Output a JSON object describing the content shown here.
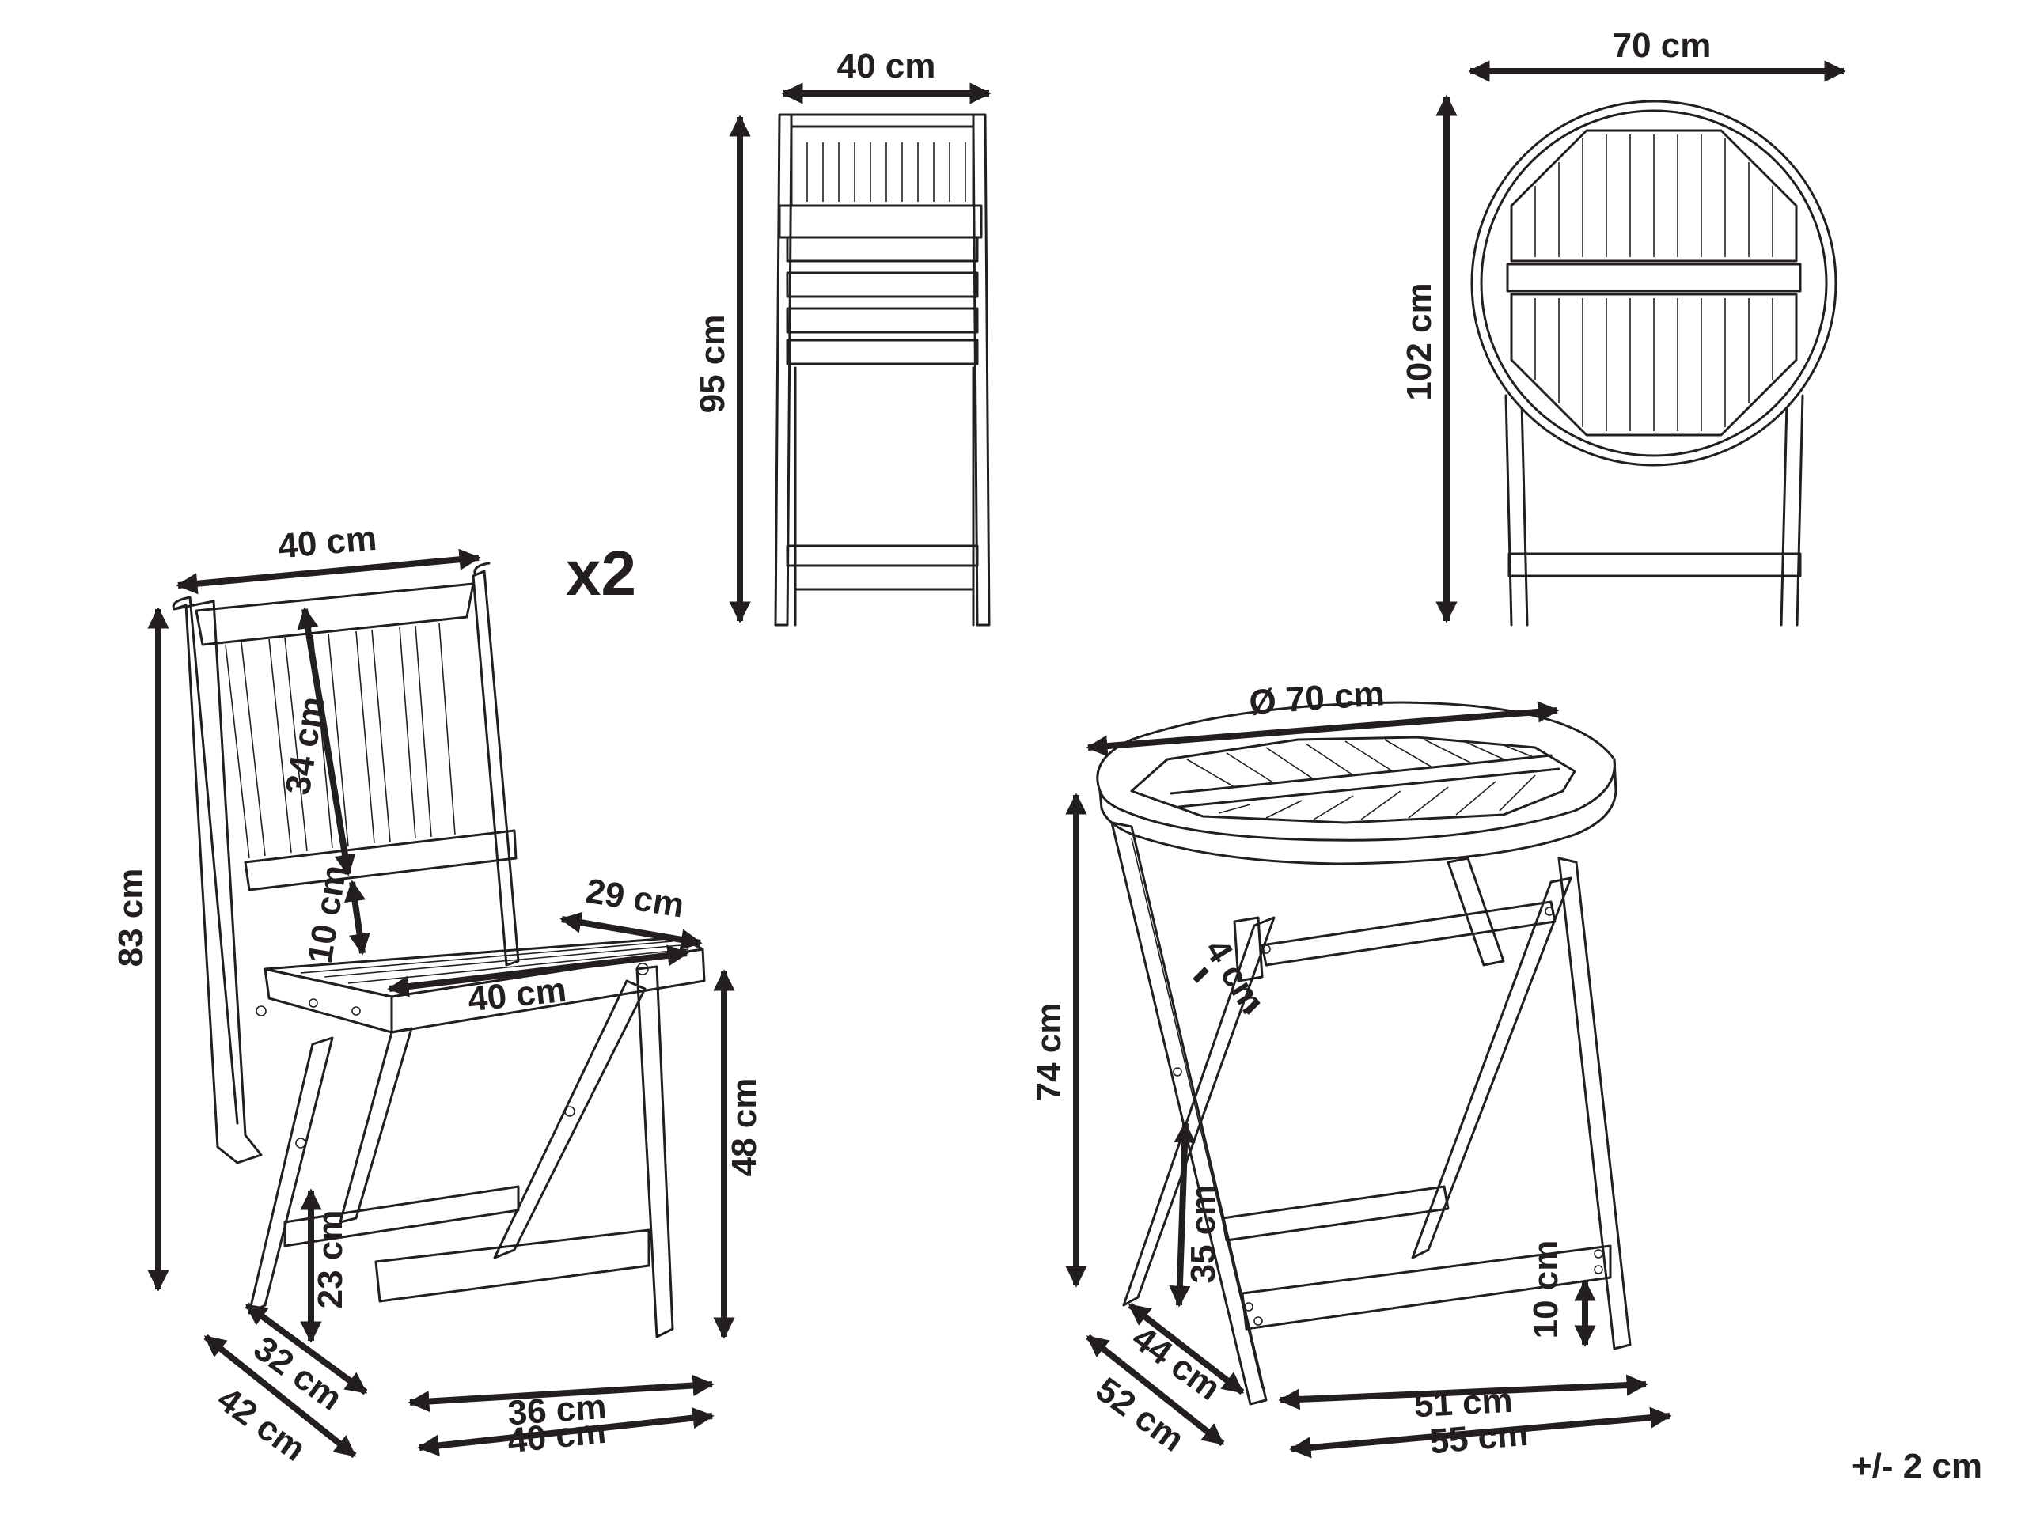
{
  "chair_front": {
    "width": "40 cm",
    "height": "95 cm"
  },
  "table_folded": {
    "width": "70 cm",
    "height": "102 cm"
  },
  "chair": {
    "quantity": "x2",
    "back_width": "40 cm",
    "backrest_height": "34 cm",
    "back_gap": "10 cm",
    "total_height": "83 cm",
    "seat_depth": "29 cm",
    "seat_width": "40 cm",
    "seat_height": "48 cm",
    "stretcher_height": "23 cm",
    "inner_depth": "32 cm",
    "outer_depth": "42 cm",
    "inner_width": "36 cm",
    "outer_width": "40 cm"
  },
  "table": {
    "diameter": "Ø 70 cm",
    "height": "74 cm",
    "leg_thickness": "4 cm",
    "stretcher_height": "35 cm",
    "foot_height": "10 cm",
    "inner_depth": "44 cm",
    "outer_depth": "52 cm",
    "inner_width": "51 cm",
    "outer_width": "55 cm"
  },
  "tolerance": "+/- 2 cm",
  "colors": {
    "ink": "#231f20",
    "background": "#ffffff"
  }
}
